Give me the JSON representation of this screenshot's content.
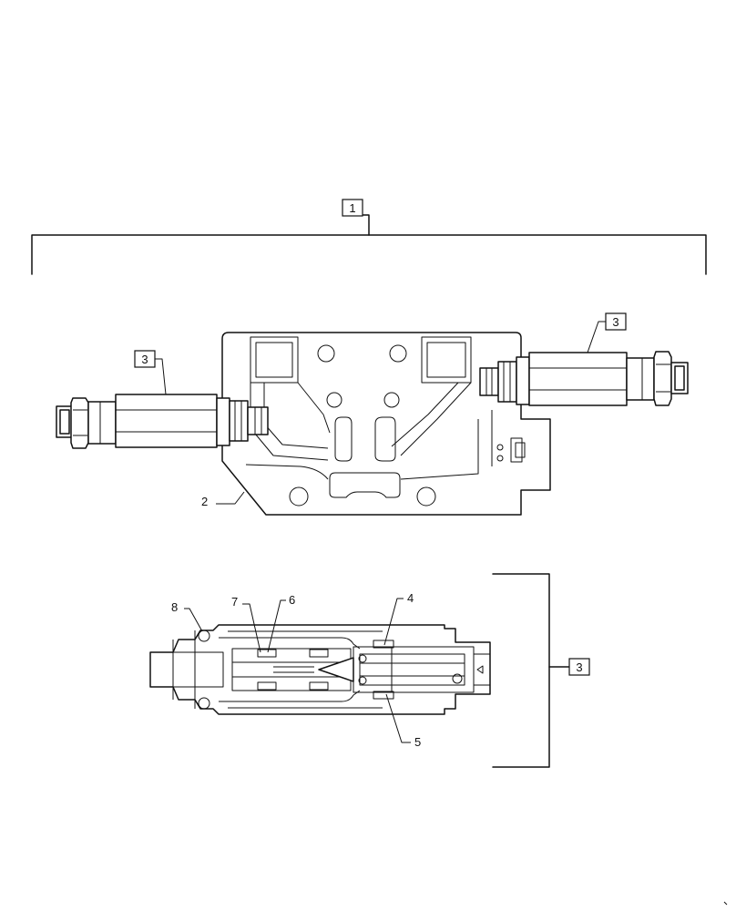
{
  "callouts": {
    "assembly": "1",
    "body": "2",
    "relief_valve_left": "3",
    "relief_valve_right": "3",
    "relief_valve_section": "3",
    "part_4": "4",
    "part_5": "5",
    "part_6": "6",
    "part_7": "7",
    "part_8": "8"
  }
}
